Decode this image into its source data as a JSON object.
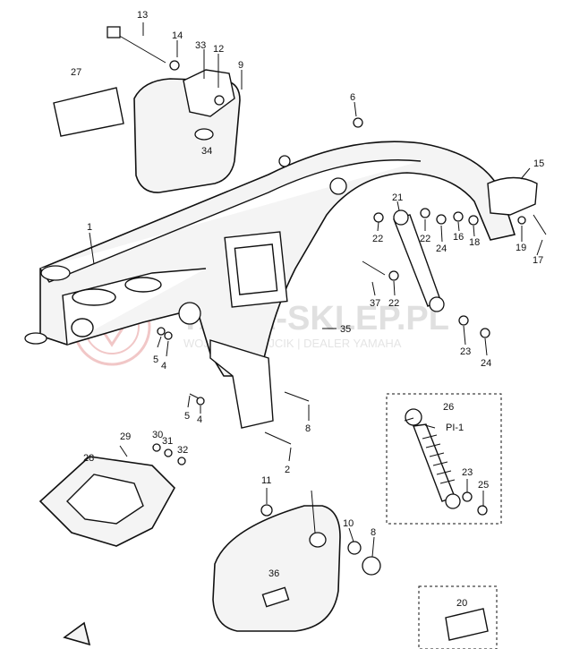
{
  "watermark": {
    "title": "YAMA-SKLEP.PL",
    "subtitle": "WOJCIECH WOJCIK | DEALER YAMAHA"
  },
  "callouts": [
    {
      "id": "c1",
      "text": "1"
    },
    {
      "id": "c2",
      "text": "2"
    },
    {
      "id": "c4a",
      "text": "4"
    },
    {
      "id": "c4b",
      "text": "4"
    },
    {
      "id": "c5a",
      "text": "5"
    },
    {
      "id": "c5b",
      "text": "5"
    },
    {
      "id": "c6",
      "text": "6"
    },
    {
      "id": "c8a",
      "text": "8"
    },
    {
      "id": "c8b",
      "text": "8"
    },
    {
      "id": "c9",
      "text": "9"
    },
    {
      "id": "c10",
      "text": "10"
    },
    {
      "id": "c11",
      "text": "11"
    },
    {
      "id": "c12",
      "text": "12"
    },
    {
      "id": "c13",
      "text": "13"
    },
    {
      "id": "c14",
      "text": "14"
    },
    {
      "id": "c15",
      "text": "15"
    },
    {
      "id": "c16",
      "text": "16"
    },
    {
      "id": "c17",
      "text": "17"
    },
    {
      "id": "c18",
      "text": "18"
    },
    {
      "id": "c19",
      "text": "19"
    },
    {
      "id": "c20",
      "text": "20"
    },
    {
      "id": "c21",
      "text": "21"
    },
    {
      "id": "c22a",
      "text": "22"
    },
    {
      "id": "c22b",
      "text": "22"
    },
    {
      "id": "c22c",
      "text": "22"
    },
    {
      "id": "c23a",
      "text": "23"
    },
    {
      "id": "c23b",
      "text": "23"
    },
    {
      "id": "c24a",
      "text": "24"
    },
    {
      "id": "c24b",
      "text": "24"
    },
    {
      "id": "c25",
      "text": "25"
    },
    {
      "id": "c26",
      "text": "26"
    },
    {
      "id": "c27",
      "text": "27"
    },
    {
      "id": "c28",
      "text": "28"
    },
    {
      "id": "c29",
      "text": "29"
    },
    {
      "id": "c30",
      "text": "30"
    },
    {
      "id": "c31",
      "text": "31"
    },
    {
      "id": "c32",
      "text": "32"
    },
    {
      "id": "c33",
      "text": "33"
    },
    {
      "id": "c34",
      "text": "34"
    },
    {
      "id": "c35",
      "text": "35"
    },
    {
      "id": "c36",
      "text": "36"
    },
    {
      "id": "c37",
      "text": "37"
    },
    {
      "id": "cpi",
      "text": "PI-1"
    }
  ]
}
